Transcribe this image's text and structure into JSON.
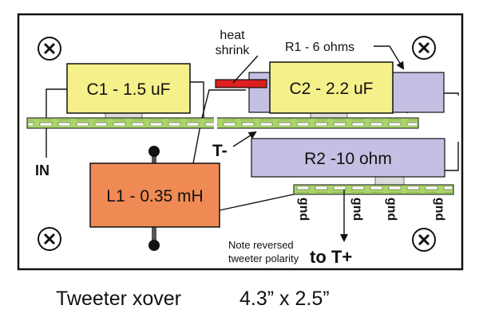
{
  "colors": {
    "capacitor": "#f5f08a",
    "resistor": "#c3c0e3",
    "inductor": "#f08a55",
    "strip": "#a9d667",
    "heat_shrink": "#dd1f1f",
    "board_border": "#111111"
  },
  "components": {
    "c1": "C1 - 1.5 uF",
    "c2": "C2 - 2.2 uF",
    "r2": "R2 -10 ohm",
    "l1": "L1 - 0.35 mH"
  },
  "labels": {
    "heat": "heat",
    "shrink": "shrink",
    "r1": "R1 - 6 ohms",
    "t_minus": "T-",
    "in": "IN",
    "gnd": "gnd",
    "note_line1": "Note reversed",
    "note_line2": "tweeter polarity",
    "to_t_plus": "to T+"
  },
  "caption": {
    "title": "Tweeter xover",
    "dimensions": "4.3”  x 2.5”"
  },
  "icons": [
    "screw-icon",
    "arrow-icon"
  ]
}
